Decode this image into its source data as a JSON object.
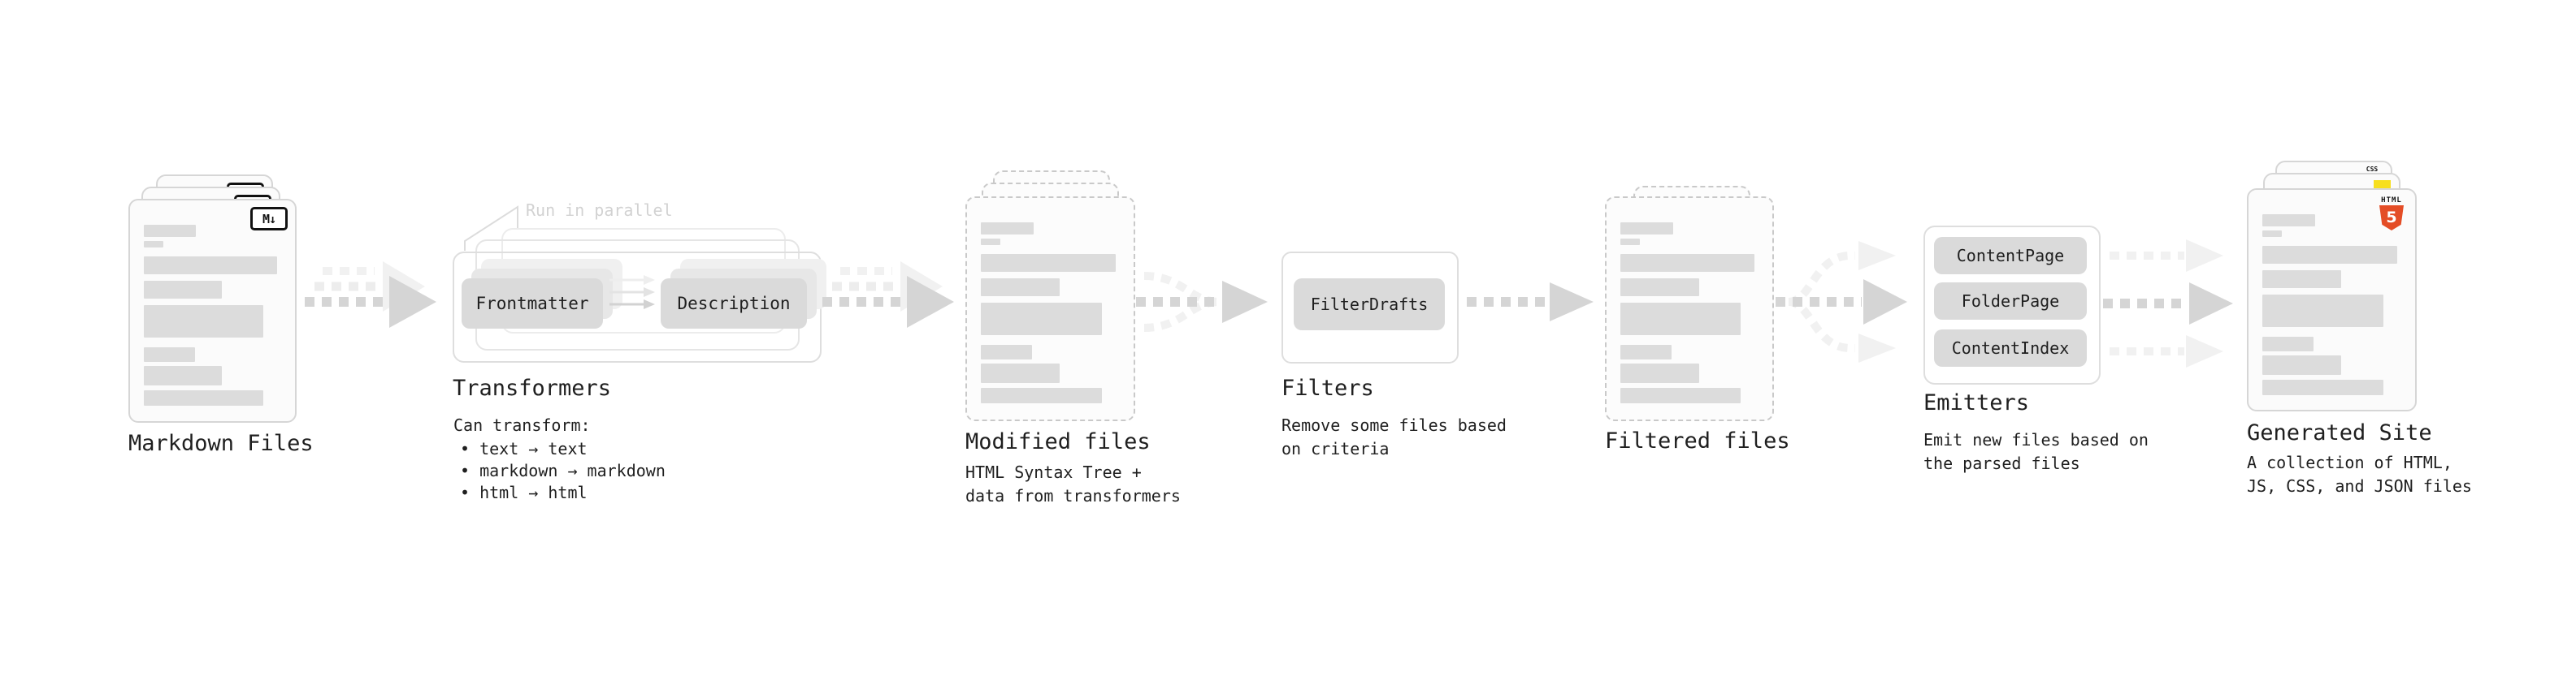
{
  "nodes": {
    "markdown_files": {
      "title": "Markdown Files",
      "badge": "M↓"
    },
    "transformers": {
      "title": "Transformers",
      "callout": "Run in parallel",
      "pills": [
        "Frontmatter",
        "Description"
      ],
      "note_heading": "Can transform:",
      "bullets": [
        "• text → text",
        "• markdown → markdown",
        "• html → html"
      ]
    },
    "modified_files": {
      "title": "Modified files",
      "subtitle_lines": [
        "HTML Syntax Tree +",
        "data from transformers"
      ]
    },
    "filters": {
      "title": "Filters",
      "pill": "FilterDrafts",
      "subtitle_lines": [
        "Remove some files based",
        "on criteria"
      ]
    },
    "filtered_files": {
      "title": "Filtered files"
    },
    "emitters": {
      "title": "Emitters",
      "pills": [
        "ContentPage",
        "FolderPage",
        "ContentIndex"
      ],
      "subtitle_lines": [
        "Emit new files based on",
        "the parsed files"
      ]
    },
    "generated_site": {
      "title": "Generated Site",
      "subtitle_lines": [
        "A collection of HTML,",
        "JS, CSS, and JSON files"
      ],
      "badges": {
        "html5_label": "HTML",
        "html5_number": "5",
        "css_label": "CSS"
      }
    }
  },
  "colors": {
    "title_text": "#1f1f1f",
    "card_border": "#d6d6d6",
    "card_bg": "#fbfbfb",
    "dashed_border": "#c9c9c9",
    "bar_fill": "#dcdcdc",
    "pill_bg": "#dadada",
    "pill_text": "#1f1f1f",
    "box_border": "#dedede",
    "arrow_main": "#d5d5d5",
    "arrow_light": "#ededed",
    "arrow_ghost": "#f1f1f1",
    "callout_gray": "#d2d2d2",
    "badge_border": "#111111",
    "html5_orange": "#e44d26",
    "js_yellow": "#f7df1e",
    "css_blue": "#2b63f0"
  }
}
